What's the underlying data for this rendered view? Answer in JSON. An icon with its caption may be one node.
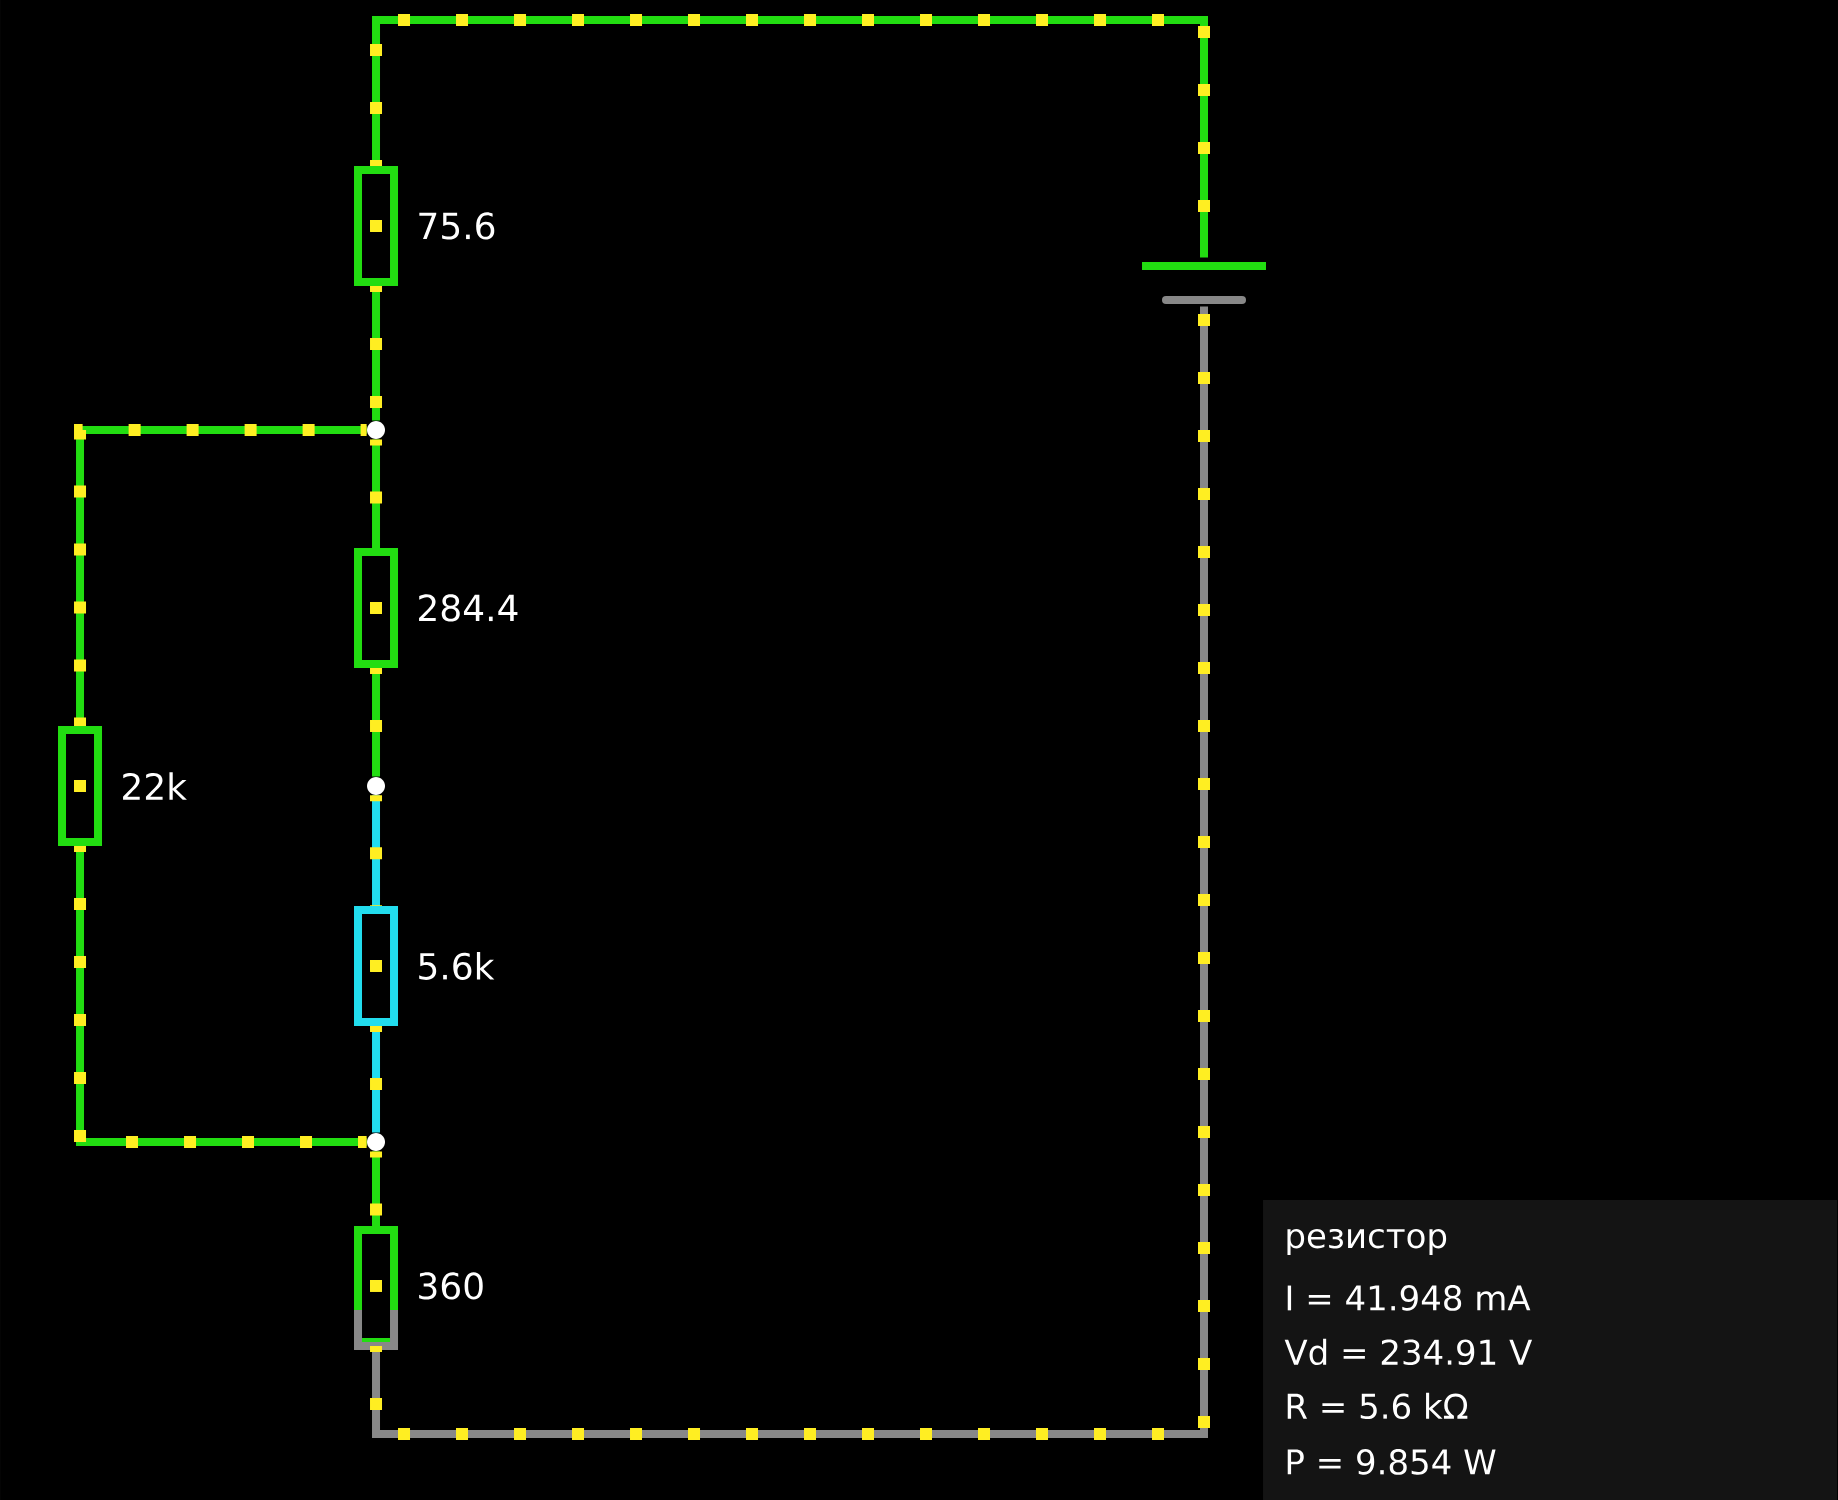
{
  "diagram": {
    "nodes": [
      {
        "text": [
          "75.6"
        ]
      },
      {
        "text": [],
        "shape": "circle"
      },
      {
        "text": [
          "284.4"
        ]
      },
      {
        "text": [
          "22k"
        ]
      },
      {
        "text": [],
        "shape": "circle"
      },
      {
        "text": [
          "5.6k"
        ]
      },
      {
        "text": [],
        "shape": "circle"
      },
      {
        "text": [
          "360"
        ]
      },
      {
        "text": [],
        "shape": "battery"
      },
      {
        "text": [
          "резистор",
          "I = 41.948 mA",
          "Vd = 234.91 V",
          "R = 5.6 kΩ",
          "P = 9.854 W"
        ]
      }
    ],
    "edges": [
      {
        "from": 0,
        "to": 8,
        "arrow": "none"
      },
      {
        "from": 0,
        "to": 1,
        "arrow": "none"
      },
      {
        "from": 1,
        "to": 2,
        "arrow": "none"
      },
      {
        "from": 1,
        "to": 3,
        "arrow": "none"
      },
      {
        "from": 2,
        "to": 4,
        "arrow": "none"
      },
      {
        "from": 4,
        "to": 5,
        "arrow": "none",
        "color": "#22ddee"
      },
      {
        "from": 5,
        "to": 6,
        "arrow": "none",
        "color": "#22ddee"
      },
      {
        "from": 3,
        "to": 6,
        "arrow": "none"
      },
      {
        "from": 6,
        "to": 7,
        "arrow": "none"
      },
      {
        "from": 7,
        "to": 8,
        "arrow": "none",
        "color": "#888888"
      }
    ]
  }
}
